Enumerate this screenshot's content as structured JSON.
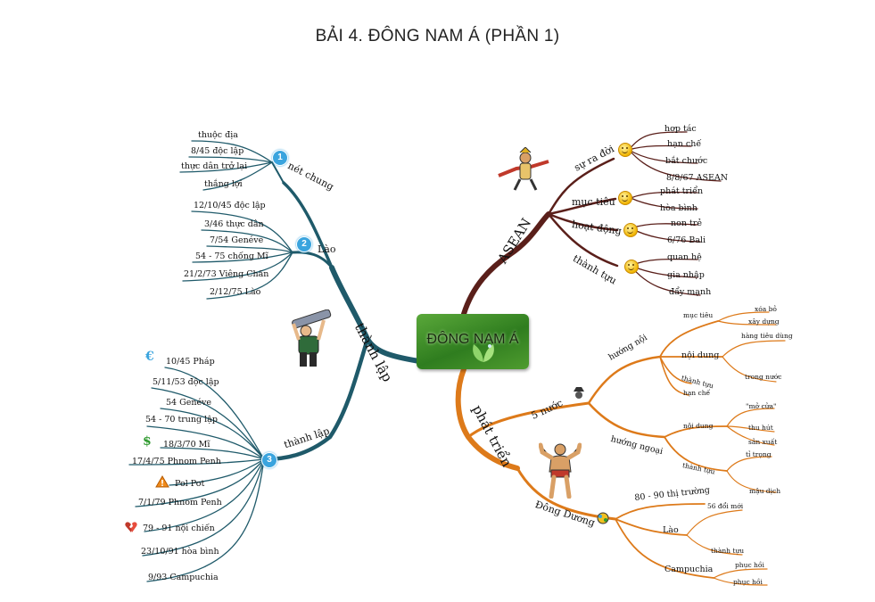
{
  "title": "BẢI 4. ĐÔNG NAM Á (PHẦN 1)",
  "center": "ĐÔNG NAM Á",
  "left": {
    "main": "thành lập",
    "net_chung": {
      "badge": "1",
      "label": "nét chung",
      "items": [
        "thuộc địa",
        "8/45 độc lập",
        "thực dân trở lại",
        "thắng lợi"
      ]
    },
    "lao": {
      "badge": "2",
      "label": "Lào",
      "items": [
        "12/10/45 độc lập",
        "3/46 thực dân",
        "7/54 Genéve",
        "54 - 75 chống Mĩ",
        "21/2/73 Viêng Chăn",
        "2/12/75 Lào"
      ]
    },
    "campuchia": {
      "badge": "3",
      "label": "thành lập",
      "items": [
        "10/45 Pháp",
        "5/11/53 độc lập",
        "54 Genéve",
        "54 - 70 trung lập",
        "18/3/70 Mĩ",
        "17/4/75 Phnom Penh",
        "Pol Pot",
        "7/1/79 Phnom Penh",
        "79 - 91 nội chiến",
        "23/10/91 hòa bình",
        "9/93 Campuchia"
      ]
    }
  },
  "asean": {
    "main": "ASEAN",
    "su_ra_doi": {
      "label": "sự ra đời",
      "items": [
        "hợp tác",
        "hạn chế",
        "bắt chước",
        "8/8/67 ASEAN"
      ]
    },
    "muc_tieu": {
      "label": "mục tiêu",
      "items": [
        "phát triển",
        "hòa bình"
      ]
    },
    "hoat_dong": {
      "label": "hoạt động",
      "items": [
        "non trẻ",
        "6/76 Bali"
      ]
    },
    "thanh_tuu": {
      "label": "thành tựu",
      "items": [
        "quan hệ",
        "gia nhập",
        "đẩy mạnh"
      ]
    }
  },
  "phat_trien": {
    "main": "phát triển",
    "nam_nuoc": {
      "label": "5 nước",
      "huong_noi": {
        "label": "hướng nội",
        "muc_tieu": "mục tiêu",
        "muc_tieu_items": [
          "xóa bỏ",
          "xây dựng"
        ],
        "noi_dung": "nội dung",
        "noi_dung_items": [
          "hàng tiêu dùng",
          "trong nước"
        ],
        "thanh_tuu": "thành tựu",
        "han_che": "hạn chế"
      },
      "huong_ngoai": {
        "label": "hướng ngoại",
        "noi_dung": "nội dung",
        "noi_dung_items": [
          "\"mở cửa\"",
          "thu hút",
          "sản xuất"
        ],
        "thanh_tuu": "thành tựu",
        "thanh_tuu_items": [
          "tỉ trọng",
          "mậu dịch"
        ]
      }
    },
    "dong_duong": {
      "label": "Đông Dương",
      "items": [
        "80 - 90 thị trường"
      ],
      "lao": {
        "label": "Lào",
        "items": [
          "56 đổi mới",
          "thành tựu"
        ]
      },
      "campuchia": {
        "label": "Campuchia",
        "items": [
          "phục hồi",
          "phục hồi"
        ]
      }
    }
  },
  "colors": {
    "teal": "#1f5a6a",
    "maroon": "#5a1f1a",
    "orange": "#dd7a1a",
    "center": "#3c8f28",
    "badge": "#3aa4de"
  },
  "icons": [
    "money-euro-icon",
    "dollar-icon",
    "warning-icon",
    "broken-heart-icon",
    "smiley-icon",
    "spy-icon",
    "info-icon",
    "person-pillar-icon",
    "dancer-icon",
    "strongman-icon"
  ]
}
